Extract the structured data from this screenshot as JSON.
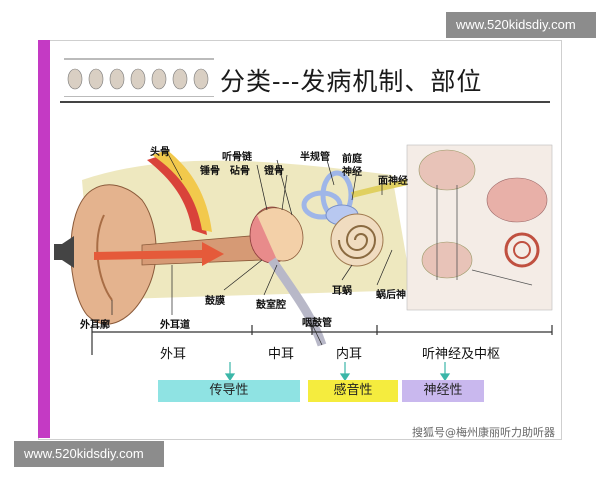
{
  "watermark": {
    "site": "www.520kidsdiy.com"
  },
  "slide": {
    "title": "分类---发病机制、部位",
    "source": "搜狐号@梅州康丽听力助听器"
  },
  "labels": {
    "touchi": "头骨",
    "tingguliang": "听骨链",
    "chuigu": "锤骨",
    "zhengu": "砧骨",
    "denggu": "镫骨",
    "banguiguan": "半规管",
    "qianting": "前庭",
    "shenjing": "神经",
    "mianshenjing": "面神经",
    "waierkuo": "外耳廓",
    "waierdao": "外耳道",
    "gumo": "鼓膜",
    "gushiqiang": "鼓室腔",
    "erwo": "耳蜗",
    "yangu": "咽鼓管",
    "wohoushen": "蜗后神"
  },
  "sections": {
    "outer": "外耳",
    "middle": "中耳",
    "inner": "内耳",
    "neural": "听神经及中枢"
  },
  "categories": {
    "conductive": "传导性",
    "sensory": "感音性",
    "neural": "神经性"
  },
  "colors": {
    "accent_bar": "#c43ac4",
    "conductive": "#8fe3e3",
    "sensory": "#f5ec3e",
    "neural": "#c9b8ee",
    "arrow": "#3bb6a8"
  }
}
